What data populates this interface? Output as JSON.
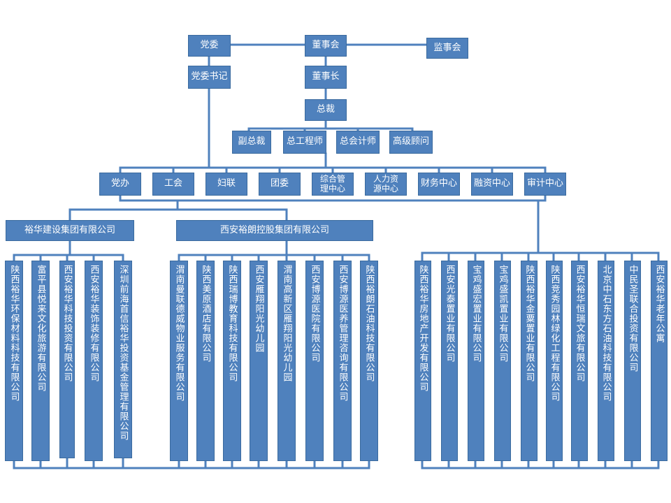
{
  "top": {
    "party_committee": "党委",
    "board": "董事会",
    "supervisory_board": "监事会",
    "party_secretary": "党委书记",
    "chairman": "董事长",
    "president": "总裁"
  },
  "vice": [
    "副总裁",
    "总工程师",
    "总会计师",
    "高级顾问"
  ],
  "centers": [
    "党办",
    "工会",
    "妇联",
    "团委",
    "综合管理中心",
    "人力资源中心",
    "财务中心",
    "融资中心",
    "审计中心"
  ],
  "groups": {
    "construction": "裕华建设集团有限公司",
    "xian_yulang": "西安裕朗控股集团有限公司"
  },
  "construction_companies": [
    "陕西裕华环保材料科技有限公司",
    "富平县悦来文化旅游有限公司",
    "西安裕华科技投资有限公司",
    "西安裕华装饰装修有限公司",
    "深圳前海首信裕华投资基金管理有限公司"
  ],
  "yulang_companies": [
    "渭南曼联德威物业服务有限公司",
    "陕西美原酒店有限公司",
    "陕西瑞博教育科技有限公司",
    "西安雁翔阳光幼儿园",
    "渭南高新区雁翔阳光幼儿园",
    "西安博源医院有限公司",
    "西安博源医养管理咨询有限公司",
    "陕西裕朗石油科技有限公司"
  ],
  "direct_companies": [
    "陕西裕华房地产开发有限公司",
    "西安光泰置业有限公司",
    "宝鸡盛宏置业有限公司",
    "宝鸡盛凯置业有限公司",
    "陕西裕华金粟置业有限公司",
    "陕西竞秀园林绿化工程有限公司",
    "西安裕华恒瑞文旅有限公司",
    "北京中石东方石油科技有限公司",
    "中民圣联合投资有限公司",
    "西安裕华老年公寓"
  ],
  "colors": {
    "box": "#4f81bd",
    "line": "#4f81bd",
    "text": "#ffffff"
  }
}
